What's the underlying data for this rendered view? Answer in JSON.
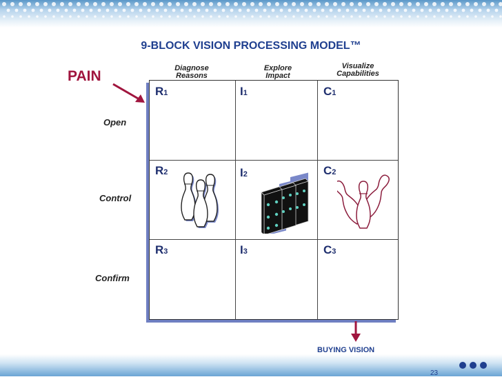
{
  "slide": {
    "title": "9-BLOCK VISION PROCESSING MODEL™",
    "pain_label": "PAIN",
    "columns": [
      {
        "line1": "Diagnose",
        "line2": "Reasons"
      },
      {
        "line1": "Explore",
        "line2": "Impact"
      },
      {
        "line1": "Visualize",
        "line2": "Capabilities"
      }
    ],
    "rows": [
      "Open",
      "Control",
      "Confirm"
    ],
    "cells": [
      {
        "letter": "R",
        "num": "1"
      },
      {
        "letter": "I",
        "num": "1"
      },
      {
        "letter": "C",
        "num": "1"
      },
      {
        "letter": "R",
        "num": "2"
      },
      {
        "letter": "I",
        "num": "2"
      },
      {
        "letter": "C",
        "num": "2"
      },
      {
        "letter": "R",
        "num": "3"
      },
      {
        "letter": "I",
        "num": "3"
      },
      {
        "letter": "C",
        "num": "3"
      }
    ],
    "buying_vision": "BUYING VISION",
    "page_number": "23"
  },
  "colors": {
    "title": "#1f3f8f",
    "pain": "#a0153e",
    "grid_shadow": "#6f7fc2",
    "header_bar": "#5a97c8"
  },
  "icons": [
    "bowling-pins-icon",
    "dominoes-icon",
    "bowling-pins-falling-icon",
    "arrow-icon",
    "nav-dots-icon"
  ]
}
